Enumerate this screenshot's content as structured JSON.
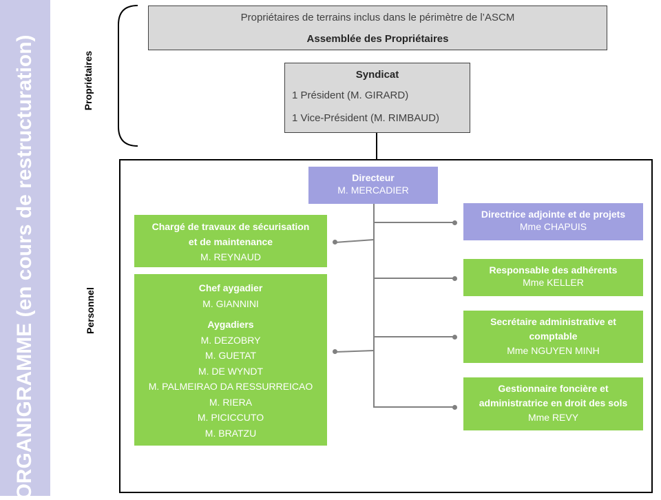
{
  "sidebar": {
    "title": "ORGANIGRAMME (en cours de restructuration)"
  },
  "labels": {
    "owners": "Propriétaires",
    "staff": "Personnel"
  },
  "assembly": {
    "line1": "Propriétaires de terrains inclus dans le périmètre de l’ASCM",
    "line2": "Assemblée des Propriétaires"
  },
  "syndicat": {
    "title": "Syndicat",
    "president": "1 Président (M. GIRARD)",
    "vice_president": "1 Vice-Président (M. RIMBAUD)"
  },
  "director": {
    "title": "Directeur",
    "name": "M. MERCADIER"
  },
  "left_boxes": {
    "works": {
      "title_l1": "Chargé de travaux de sécurisation",
      "title_l2": "et de maintenance",
      "name": "M. REYNAUD"
    },
    "aygadiers": {
      "chief_title": "Chef aygadier",
      "chief_name": "M. GIANNINI",
      "team_title": "Aygadiers",
      "members": [
        "M. DEZOBRY",
        "M. GUETAT",
        "M. DE WYNDT",
        "M. PALMEIRAO DA RESSURREICAO",
        "M. RIERA",
        "M. PICICCUTO",
        "M. BRATZU"
      ]
    }
  },
  "right_boxes": {
    "deputy": {
      "title": "Directrice adjointe et de projets",
      "name": "Mme CHAPUIS"
    },
    "members_manager": {
      "title": "Responsable des adhérents",
      "name": "Mme KELLER"
    },
    "secretary": {
      "title_l1": "Secrétaire administrative et",
      "title_l2": "comptable",
      "name": "Mme NGUYEN MINH"
    },
    "land_manager": {
      "title_l1": "Gestionnaire foncière et",
      "title_l2": "administratrice en droit des sols",
      "name": "Mme REVY"
    }
  },
  "colors": {
    "green": "#8dd24f",
    "purple": "#a0a0e0",
    "gray": "#d9d9d9",
    "sidebar": "#c9c9e8"
  }
}
